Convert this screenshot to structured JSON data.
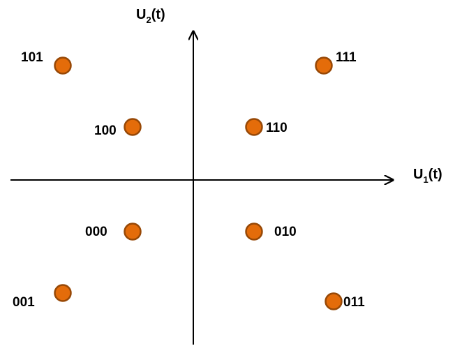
{
  "axes": {
    "horizontal": {
      "name": "U",
      "subscript": "1",
      "suffix": "(t)"
    },
    "vertical": {
      "name": "U",
      "subscript": "2",
      "suffix": "(t)"
    }
  },
  "colors": {
    "point_fill": "#E46C0A",
    "point_stroke": "#974806",
    "axis": "#000000"
  },
  "points": [
    {
      "label": "101"
    },
    {
      "label": "111"
    },
    {
      "label": "100"
    },
    {
      "label": "110"
    },
    {
      "label": "000"
    },
    {
      "label": "010"
    },
    {
      "label": "001"
    },
    {
      "label": "011"
    }
  ]
}
